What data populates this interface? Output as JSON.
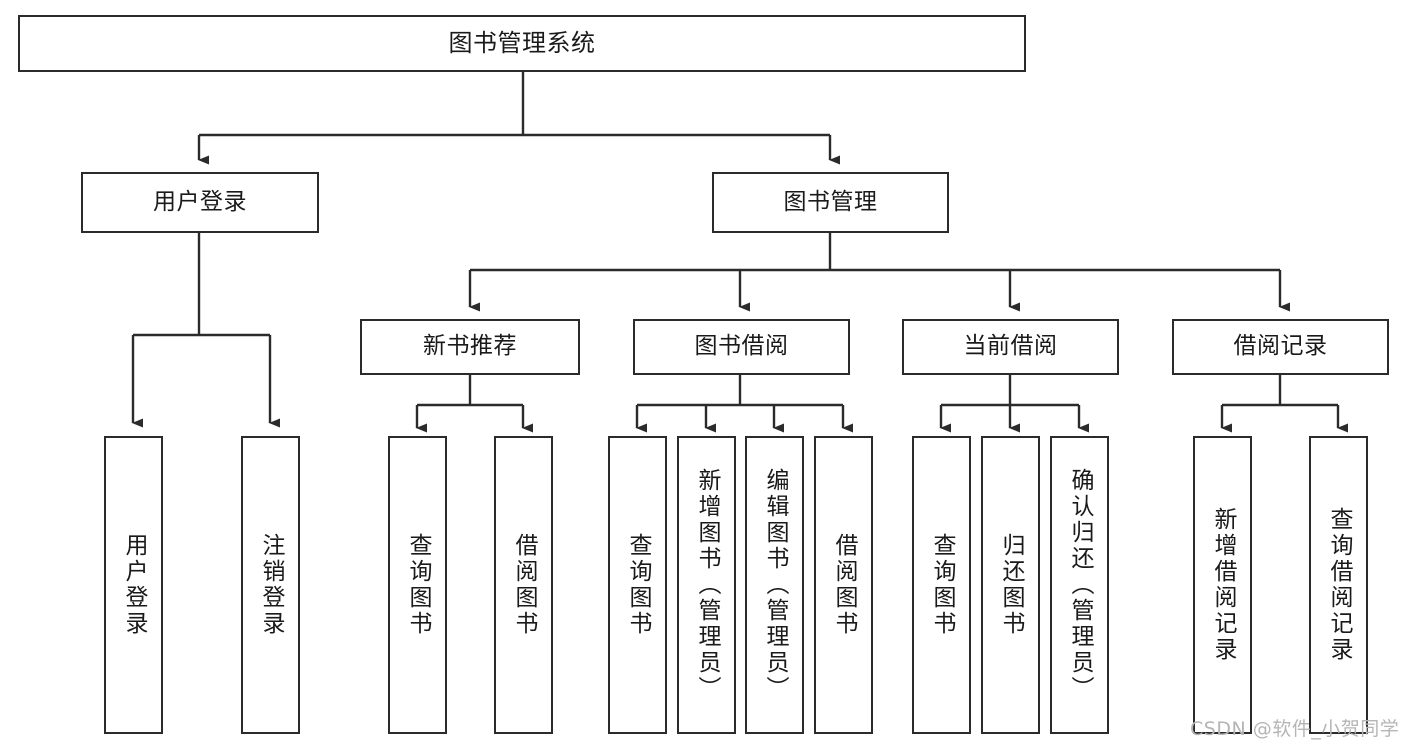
{
  "diagram": {
    "title": "图书管理系统",
    "type": "tree-hierarchy-chart",
    "colors": {
      "node_border": "#2b2b2b",
      "node_fill": "#ffffff",
      "edge": "#2b2b2b",
      "text": "#1a1a1a",
      "watermark": "#b5b5b5",
      "background": "#ffffff"
    }
  },
  "nodes": {
    "root": {
      "label": "图书管理系统"
    },
    "level1": [
      {
        "id": "user-login",
        "label": "用户登录"
      },
      {
        "id": "book-manage",
        "label": "图书管理"
      }
    ],
    "level2": [
      {
        "id": "new-book-recommend",
        "label": "新书推荐"
      },
      {
        "id": "book-borrow",
        "label": "图书借阅"
      },
      {
        "id": "current-borrow",
        "label": "当前借阅"
      },
      {
        "id": "borrow-record",
        "label": "借阅记录"
      }
    ],
    "leaves": {
      "user-login": [
        {
          "id": "leaf-user-login",
          "label": "用户登录"
        },
        {
          "id": "leaf-user-logout",
          "label": "注销登录"
        }
      ],
      "new-book-recommend": [
        {
          "id": "leaf-query-book-1",
          "label": "查询图书"
        },
        {
          "id": "leaf-borrow-book-1",
          "label": "借阅图书"
        }
      ],
      "book-borrow": [
        {
          "id": "leaf-query-book-2",
          "label": "查询图书"
        },
        {
          "id": "leaf-add-book",
          "label": "新增图书（管理员）"
        },
        {
          "id": "leaf-edit-book",
          "label": "编辑图书（管理员）"
        },
        {
          "id": "leaf-borrow-book-2",
          "label": "借阅图书"
        }
      ],
      "current-borrow": [
        {
          "id": "leaf-query-book-3",
          "label": "查询图书"
        },
        {
          "id": "leaf-return-book",
          "label": "归还图书"
        },
        {
          "id": "leaf-confirm-return",
          "label": "确认归还（管理员）"
        }
      ],
      "borrow-record": [
        {
          "id": "leaf-add-record",
          "label": "新增借阅记录"
        },
        {
          "id": "leaf-query-record",
          "label": "查询借阅记录"
        }
      ]
    }
  },
  "watermark": {
    "text": "CSDN @软件_小贺同学"
  }
}
